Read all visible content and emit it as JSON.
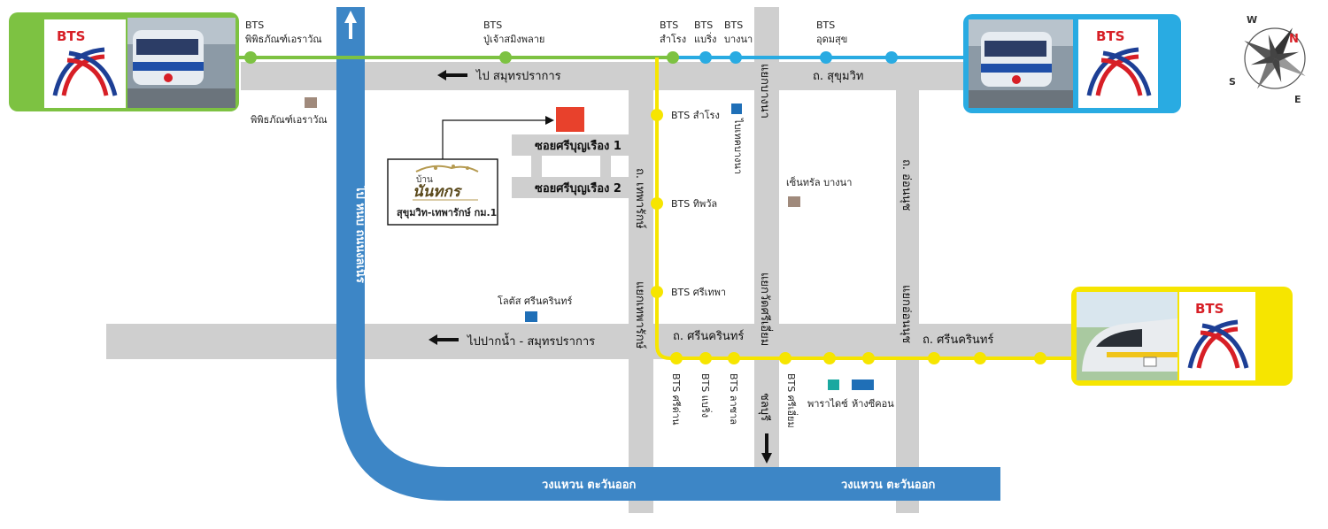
{
  "colors": {
    "road": "#cfcfcf",
    "highway": "#3d86c6",
    "green_line": "#7dc242",
    "blue_line": "#29abe2",
    "yellow_line": "#f6e500",
    "marker_red": "#e8412c",
    "landmark_brown": "#a08a7c",
    "landmark_blue": "#1f6fb7",
    "landmark_teal": "#1aa8a0"
  },
  "bts_logo_text": "BTS",
  "highway_label": "ไป หนบ ถนนงลเนิร",
  "ring_road_labels": [
    "วงแหวน ตะวันออก",
    "วงแหวน ตะวันออก"
  ],
  "roads": {
    "top_label_left": "ไป สมุทรปราการ",
    "top_label_right": "ถ. สุขุมวิท",
    "mid_label_left": "ไปปากน้ำ - สมุทรปราการ",
    "mid_label_right_1": "ถ. ศรีนครินทร์",
    "mid_label_right_2": "ถ. ศรีนครินทร์",
    "thepharak": "ถ. เทพารักษ์",
    "bangna": "แยกบางนา",
    "srinakarin_junction": "แยกเทพารักษ์",
    "sri_iam": "แยกวัดศรีเอี่ยม",
    "chonburi": "ชลบุรี",
    "on_nut_road": "ถ. อ่อนนุช",
    "on_nut_junction": "แยกอ่อนนุช",
    "soi_1": "ซอยศรีบุญเรือง 1",
    "soi_2": "ซอยศรีบุญเรือง 2"
  },
  "stations_top": [
    {
      "line1": "BTS",
      "line2": "พิพิธภัณฑ์เอราวัณ"
    },
    {
      "line1": "BTS",
      "line2": "ปู่เจ้าสมิงพลาย"
    },
    {
      "line1": "BTS",
      "line2": "สำโรง"
    },
    {
      "line1": "BTS",
      "line2": "แบริ่ง"
    },
    {
      "line1": "BTS",
      "line2": "บางนา"
    },
    {
      "line1": "BTS",
      "line2": "อุดมสุข"
    }
  ],
  "stations_yellow_vertical": [
    "BTS สำโรง",
    "BTS ทิพวัล",
    "BTS ศรีเทพา"
  ],
  "stations_yellow_bottom": [
    "BTS ศรีด่าน",
    "BTS แบริ่ง",
    "BTS ลาซาล",
    "BTS ศรีเอี่ยม"
  ],
  "landmarks": {
    "erawan_museum": "พิพิธภัณฑ์เอราวัณ",
    "mega_bangna": "ไบเทคบางนา",
    "central_bangna": "เซ็นทรัล บางนา",
    "lotus": "โลตัส ศรีนครินทร์",
    "paradise": "พาราไดซ์",
    "seacon": "ห้างซีคอน"
  },
  "project": {
    "logo_top": "บ้าน",
    "logo_name": "นันทกร",
    "caption": "สุขุมวิท-เทพารักษ์ กม.1"
  },
  "compass": {
    "n": "N",
    "s": "S",
    "e": "E",
    "w": "W"
  }
}
